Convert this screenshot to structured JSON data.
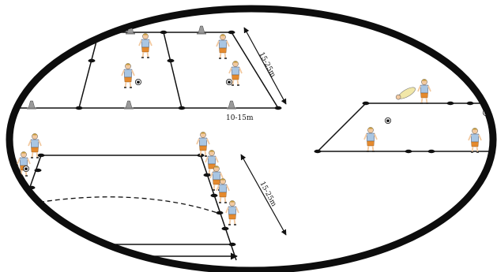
{
  "labels": {
    "top_side": "15-25m",
    "top_bottom": "10-15m",
    "left_side": "15-25m"
  },
  "colors": {
    "frame": "#0d0d0d",
    "line": "#111111",
    "shirt": "#a9c6e3",
    "shorts": "#e58a2e",
    "skin": "#f2c9a0",
    "cone": "#8b8b8b",
    "keeper": "#f1e7a8"
  },
  "icons": {
    "player": "player-icon",
    "goalkeeper": "goalkeeper-icon",
    "ball": "ball-icon",
    "cone": "cone-icon",
    "marker": "disc-marker-icon"
  }
}
